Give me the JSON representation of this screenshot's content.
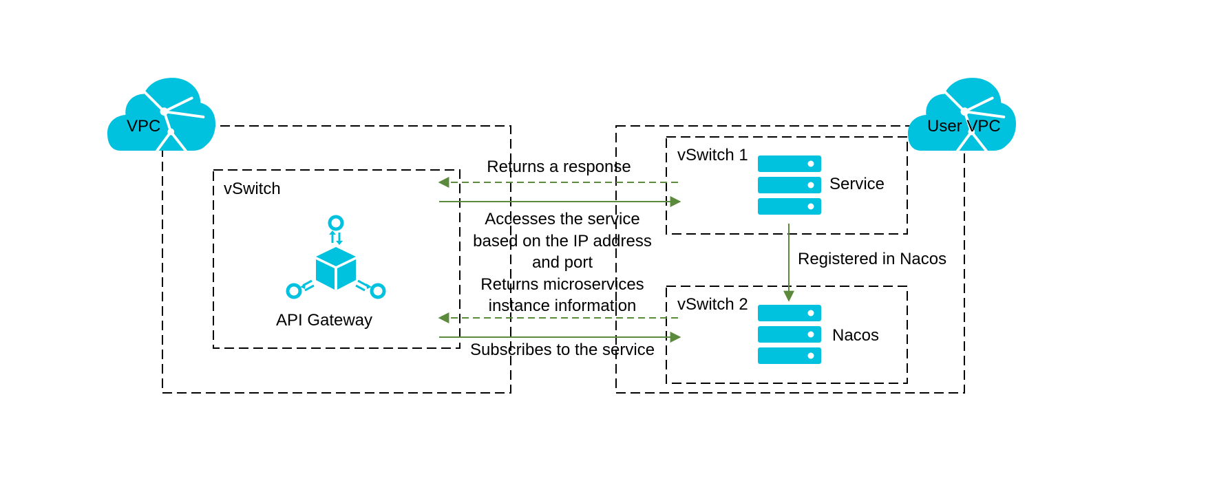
{
  "colors": {
    "accent": "#00c1de",
    "arrow": "#5b8a3c",
    "text": "#000000",
    "box": "#000000"
  },
  "left_vpc": {
    "icon": "cloud-network-icon",
    "label": "VPC"
  },
  "right_vpc": {
    "icon": "cloud-network-icon",
    "label": "User VPC"
  },
  "left_vswitch": {
    "label": "vSwitch"
  },
  "api_gateway": {
    "icon": "api-gateway-icon",
    "label": "API Gateway"
  },
  "vswitch_1": {
    "label": "vSwitch 1"
  },
  "vswitch_2": {
    "label": "vSwitch 2"
  },
  "service": {
    "icon": "server-icon",
    "label": "Service"
  },
  "nacos": {
    "icon": "server-icon",
    "label": "Nacos"
  },
  "flows": {
    "returns_response": "Returns a response",
    "access_line1": "Accesses the service",
    "access_line2": "based on the IP address",
    "access_line3": "and port",
    "instance_line1": "Returns microservices",
    "instance_line2": "instance information",
    "subscribe": "Subscribes to the service",
    "registered": "Registered in Nacos"
  }
}
